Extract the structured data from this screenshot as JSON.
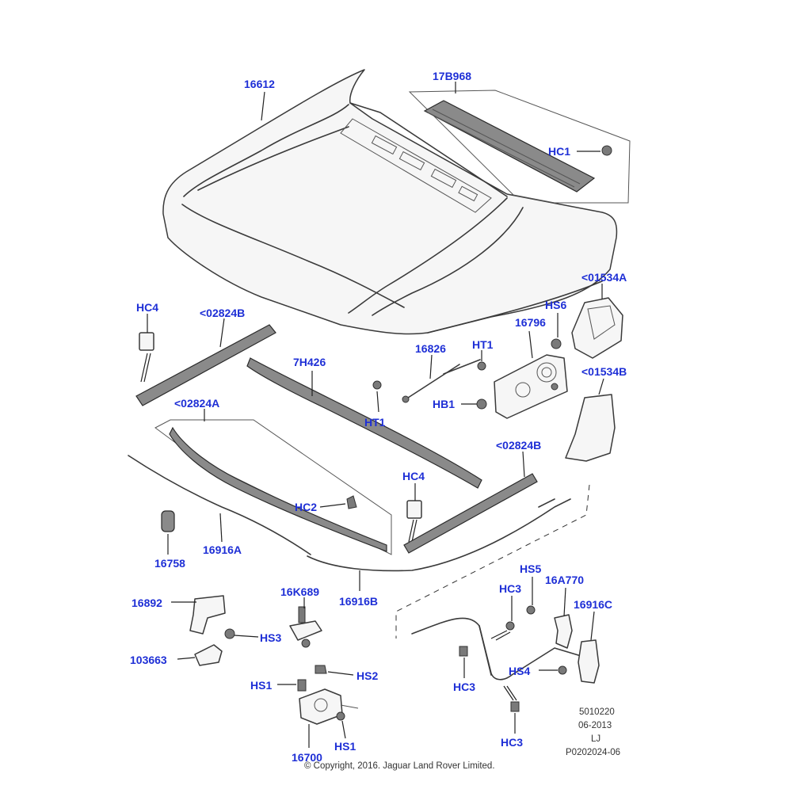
{
  "callouts": {
    "c16612": "16612",
    "c17b968": "17B968",
    "hc1": "HC1",
    "c01534a": "<01534A",
    "hs6": "HS6",
    "c16796": "16796",
    "c01534b": "<01534B",
    "hc4_left": "HC4",
    "c02824b_top": "<02824B",
    "c7h426": "7H426",
    "c16826": "16826",
    "ht1_top": "HT1",
    "hb1": "HB1",
    "ht1_bottom": "HT1",
    "c02824a": "<02824A",
    "c02824b_right": "<02824B",
    "hc4_right": "HC4",
    "hc2": "HC2",
    "c16758": "16758",
    "c16916a": "16916A",
    "c16916b": "16916B",
    "c16k689": "16K689",
    "c16892": "16892",
    "hs3": "HS3",
    "c103663": "103663",
    "hs2": "HS2",
    "hs1_top": "HS1",
    "hs1_bottom": "HS1",
    "c16700": "16700",
    "hs5": "HS5",
    "hc3_top": "HC3",
    "c16a770": "16A770",
    "c16916c": "16916C",
    "hs4": "HS4",
    "hc3_left": "HC3",
    "hc3_bottom": "HC3"
  },
  "meta": {
    "ref1": "5010220",
    "ref2": "06-2013",
    "ref3": "LJ",
    "ref4": "P0202024-06",
    "copyright": "© Copyright, 2016. Jaguar Land Rover Limited."
  }
}
